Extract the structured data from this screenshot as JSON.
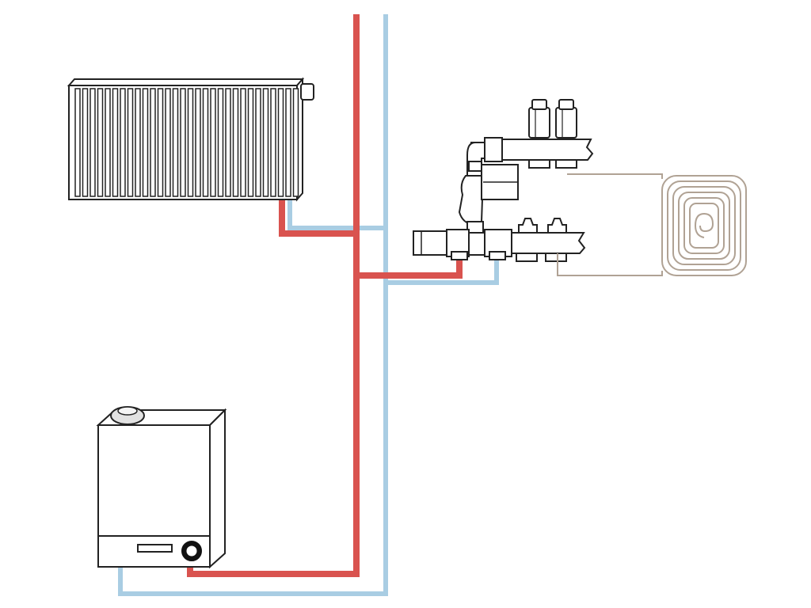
{
  "diagram": {
    "kind": "heating-system-schematic",
    "components": [
      {
        "id": "radiator",
        "icon": "radiator-icon"
      },
      {
        "id": "boiler",
        "icon": "boiler-icon"
      },
      {
        "id": "manifold",
        "icon": "manifold-icon"
      },
      {
        "id": "pump",
        "icon": "circulation-pump-icon"
      },
      {
        "id": "underfloor-loop",
        "icon": "underfloor-heating-loop-icon"
      }
    ],
    "colors": {
      "supply": "#d9534f",
      "return": "#a9cde3",
      "floor_pipe": "#b0a294",
      "outline": "#222222"
    }
  }
}
